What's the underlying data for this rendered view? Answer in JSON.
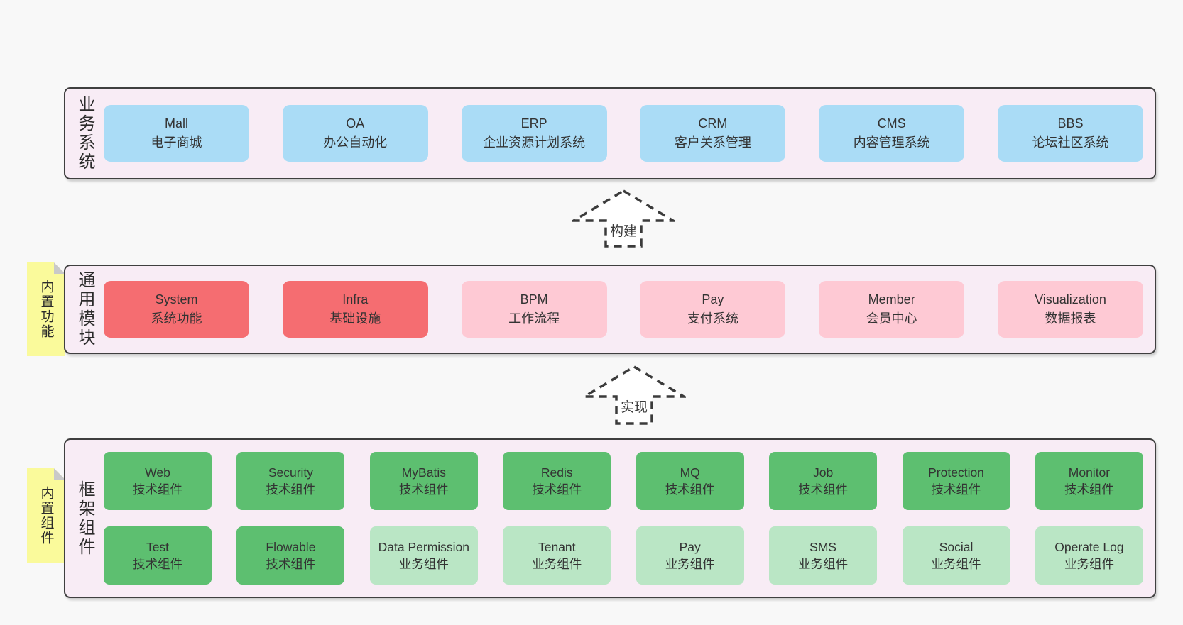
{
  "colors": {
    "page_bg": "#f8f8f8",
    "section_bg": "#f8ecf5",
    "section_border": "#3f3f3f",
    "blue": "#aadcf6",
    "red": "#f56d71",
    "pink": "#fec9d4",
    "green": "#5dbf70",
    "green_light": "#bae6c5",
    "note_yellow": "#fafa9b",
    "note_fold": "#c9c9c9",
    "text": "#333333",
    "arrow_stroke": "#3b3b3b"
  },
  "sections": [
    {
      "label": "业务系统",
      "boxes": [
        {
          "title": "Mall",
          "subtitle": "电子商城",
          "variant": "blue"
        },
        {
          "title": "OA",
          "subtitle": "办公自动化",
          "variant": "blue"
        },
        {
          "title": "ERP",
          "subtitle": "企业资源计划系统",
          "variant": "blue"
        },
        {
          "title": "CRM",
          "subtitle": "客户关系管理",
          "variant": "blue"
        },
        {
          "title": "CMS",
          "subtitle": "内容管理系统",
          "variant": "blue"
        },
        {
          "title": "BBS",
          "subtitle": "论坛社区系统",
          "variant": "blue"
        }
      ]
    },
    {
      "label": "通用模块",
      "note": "内置功能",
      "boxes": [
        {
          "title": "System",
          "subtitle": "系统功能",
          "variant": "red"
        },
        {
          "title": "Infra",
          "subtitle": "基础设施",
          "variant": "red"
        },
        {
          "title": "BPM",
          "subtitle": "工作流程",
          "variant": "pink"
        },
        {
          "title": "Pay",
          "subtitle": "支付系统",
          "variant": "pink"
        },
        {
          "title": "Member",
          "subtitle": "会员中心",
          "variant": "pink"
        },
        {
          "title": "Visualization",
          "subtitle": "数据报表",
          "variant": "pink"
        }
      ]
    },
    {
      "label": "框架组件",
      "note": "内置组件",
      "rows": [
        [
          {
            "title": "Web",
            "subtitle": "技术组件",
            "variant": "green"
          },
          {
            "title": "Security",
            "subtitle": "技术组件",
            "variant": "green"
          },
          {
            "title": "MyBatis",
            "subtitle": "技术组件",
            "variant": "green"
          },
          {
            "title": "Redis",
            "subtitle": "技术组件",
            "variant": "green"
          },
          {
            "title": "MQ",
            "subtitle": "技术组件",
            "variant": "green"
          },
          {
            "title": "Job",
            "subtitle": "技术组件",
            "variant": "green"
          },
          {
            "title": "Protection",
            "subtitle": "技术组件",
            "variant": "green"
          },
          {
            "title": "Monitor",
            "subtitle": "技术组件",
            "variant": "green"
          }
        ],
        [
          {
            "title": "Test",
            "subtitle": "技术组件",
            "variant": "green"
          },
          {
            "title": "Flowable",
            "subtitle": "技术组件",
            "variant": "green"
          },
          {
            "title": "Data Permission",
            "subtitle": "业务组件",
            "variant": "green-light"
          },
          {
            "title": "Tenant",
            "subtitle": "业务组件",
            "variant": "green-light"
          },
          {
            "title": "Pay",
            "subtitle": "业务组件",
            "variant": "green-light"
          },
          {
            "title": "SMS",
            "subtitle": "业务组件",
            "variant": "green-light"
          },
          {
            "title": "Social",
            "subtitle": "业务组件",
            "variant": "green-light"
          },
          {
            "title": "Operate Log",
            "subtitle": "业务组件",
            "variant": "green-light"
          }
        ]
      ]
    }
  ],
  "arrows": [
    {
      "label": "构建"
    },
    {
      "label": "实现"
    }
  ]
}
